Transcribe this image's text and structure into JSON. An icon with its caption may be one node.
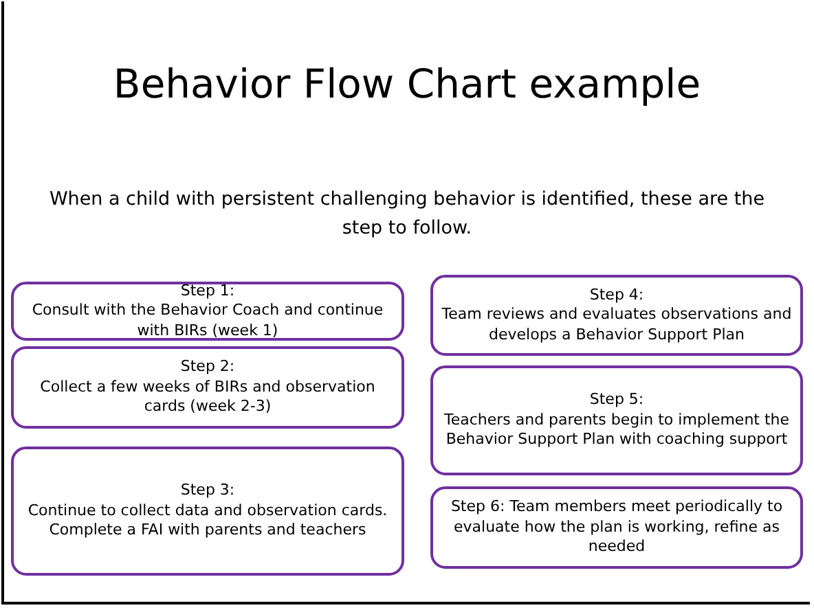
{
  "diagram": {
    "title": "Behavior Flow Chart example",
    "nodes": [
      {
        "text": [
          "Step 1:",
          "Consult with the Behavior Coach and continue with BIRs (week 1)"
        ]
      },
      {
        "text": [
          "Step 2:",
          "Collect a few weeks of BIRs and observation cards (week 2-3)"
        ]
      },
      {
        "text": [
          "Step 3:",
          "Continue to collect data and observation cards.  Complete a FAI with parents and teachers"
        ]
      },
      {
        "text": [
          "Step 4:",
          "Team reviews and evaluates observations and develops a Behavior Support Plan"
        ]
      },
      {
        "text": [
          "Step 5:",
          "Teachers and parents begin to implement the Behavior Support Plan with coaching support"
        ]
      },
      {
        "text": [
          "Step 6: Team members meet periodically to evaluate how the plan is working, refine as needed"
        ]
      }
    ],
    "labels": [
      "When a child with persistent challenging behavior is identified, these are the step to follow."
    ]
  }
}
